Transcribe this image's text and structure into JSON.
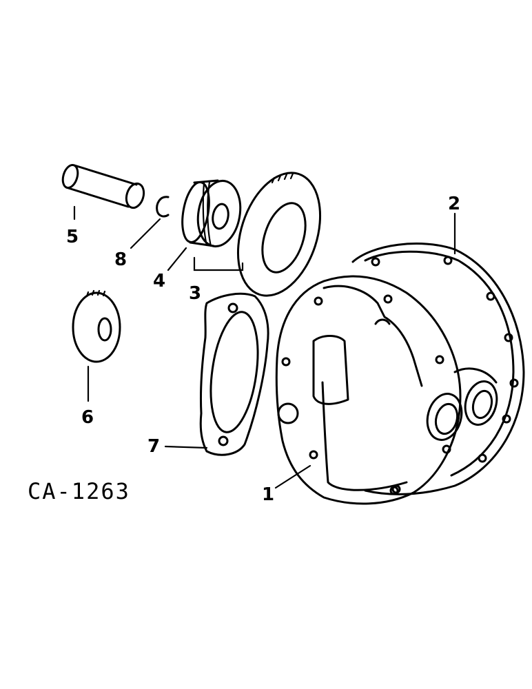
{
  "diagram": {
    "figure_code": "CA-1263",
    "callouts": [
      {
        "id": "1",
        "text": "1"
      },
      {
        "id": "2",
        "text": "2"
      },
      {
        "id": "3",
        "text": "3"
      },
      {
        "id": "4",
        "text": "4"
      },
      {
        "id": "5",
        "text": "5"
      },
      {
        "id": "6",
        "text": "6"
      },
      {
        "id": "7",
        "text": "7"
      },
      {
        "id": "8",
        "text": "8"
      }
    ]
  }
}
